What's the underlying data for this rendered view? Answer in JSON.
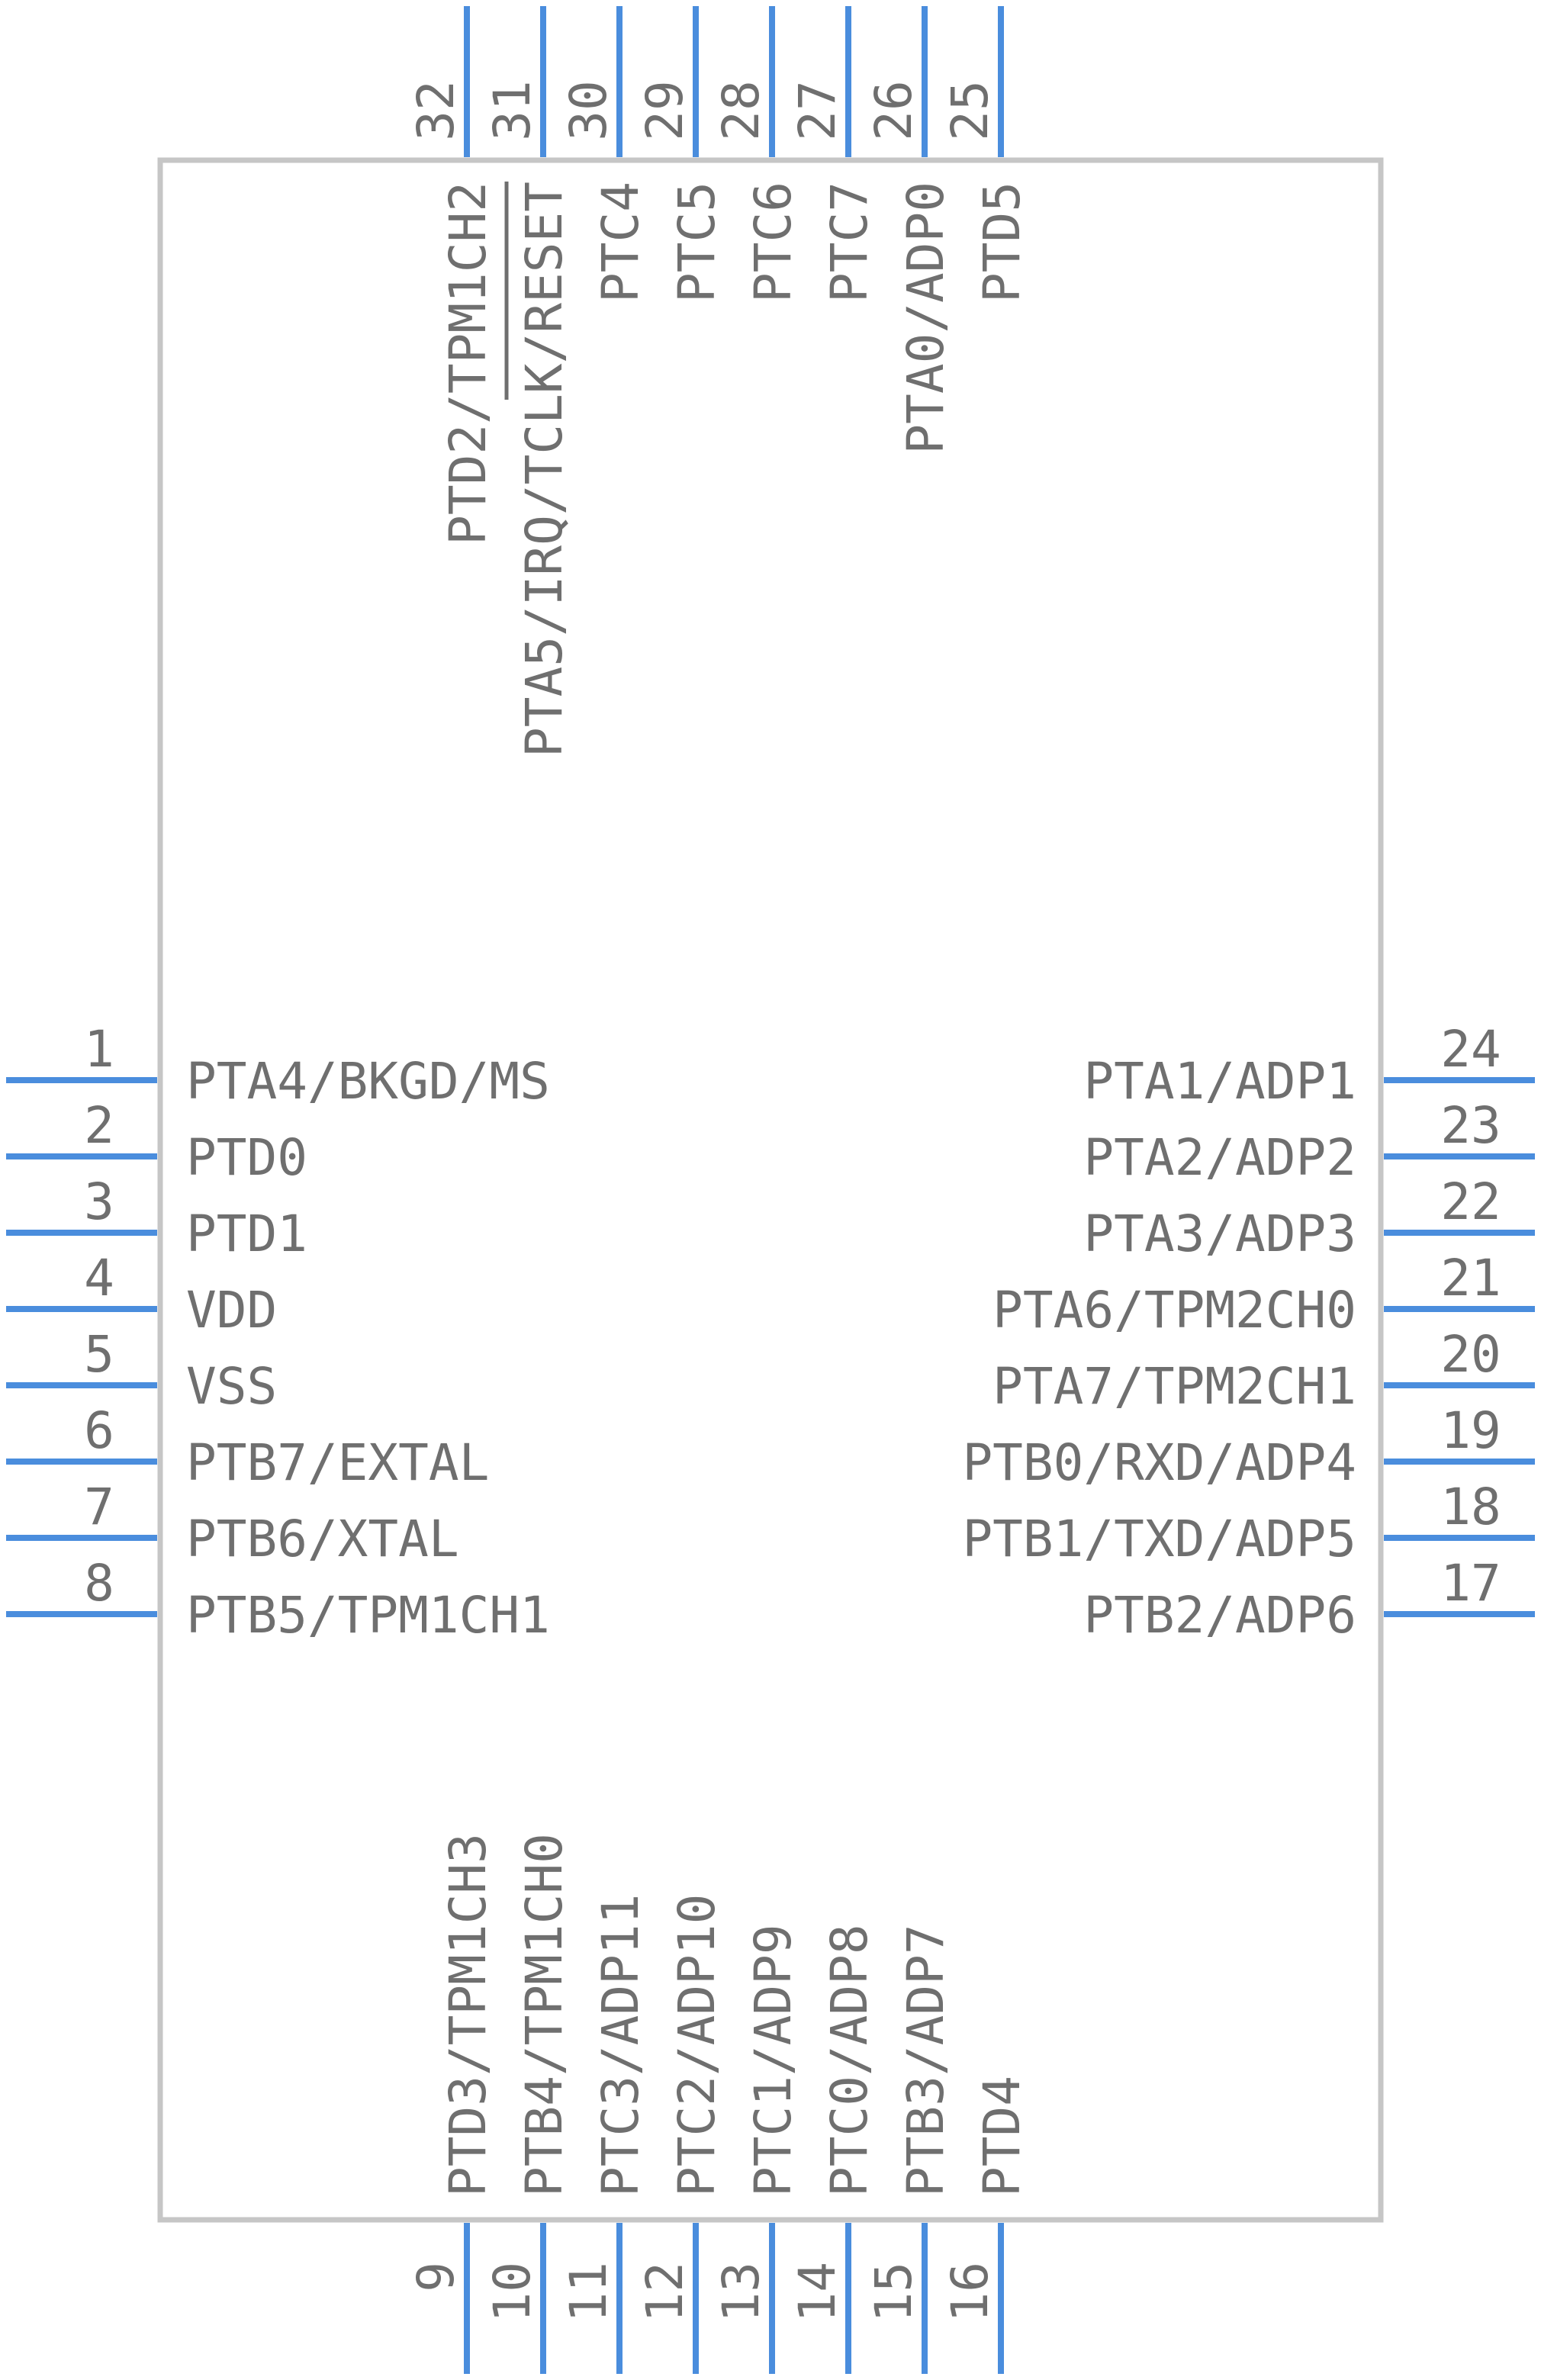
{
  "component": {
    "body_color": "#ffffff",
    "outline_color": "#c6c6c6",
    "pin_color": "#4a8ddd",
    "text_color": "#6f6f6f"
  },
  "pins": {
    "left": [
      {
        "num": "1",
        "label": "PTA4/BKGD/MS"
      },
      {
        "num": "2",
        "label": "PTD0"
      },
      {
        "num": "3",
        "label": "PTD1"
      },
      {
        "num": "4",
        "label": "VDD"
      },
      {
        "num": "5",
        "label": "VSS"
      },
      {
        "num": "6",
        "label": "PTB7/EXTAL"
      },
      {
        "num": "7",
        "label": "PTB6/XTAL"
      },
      {
        "num": "8",
        "label": "PTB5/TPM1CH1"
      }
    ],
    "right": [
      {
        "num": "24",
        "label": "PTA1/ADP1"
      },
      {
        "num": "23",
        "label": "PTA2/ADP2"
      },
      {
        "num": "22",
        "label": "PTA3/ADP3"
      },
      {
        "num": "21",
        "label": "PTA6/TPM2CH0"
      },
      {
        "num": "20",
        "label": "PTA7/TPM2CH1"
      },
      {
        "num": "19",
        "label": "PTB0/RXD/ADP4"
      },
      {
        "num": "18",
        "label": "PTB1/TXD/ADP5"
      },
      {
        "num": "17",
        "label": "PTB2/ADP6"
      }
    ],
    "top": [
      {
        "num": "32",
        "label": "PTD2/TPM1CH2"
      },
      {
        "num": "31",
        "label": "PTA5/IRQ/TCLK/RESET"
      },
      {
        "num": "30",
        "label": "PTC4"
      },
      {
        "num": "29",
        "label": "PTC5"
      },
      {
        "num": "28",
        "label": "PTC6"
      },
      {
        "num": "27",
        "label": "PTC7"
      },
      {
        "num": "26",
        "label": "PTA0/ADP0"
      },
      {
        "num": "25",
        "label": "PTD5"
      }
    ],
    "bottom": [
      {
        "num": "9",
        "label": "PTD3/TPM1CH3"
      },
      {
        "num": "10",
        "label": "PTB4/TPM1CH0"
      },
      {
        "num": "11",
        "label": "PTC3/ADP11"
      },
      {
        "num": "12",
        "label": "PTC2/ADP10"
      },
      {
        "num": "13",
        "label": "PTC1/ADP9"
      },
      {
        "num": "14",
        "label": "PTC0/ADP8"
      },
      {
        "num": "15",
        "label": "PTB3/ADP7"
      },
      {
        "num": "16",
        "label": "PTD4"
      }
    ]
  }
}
